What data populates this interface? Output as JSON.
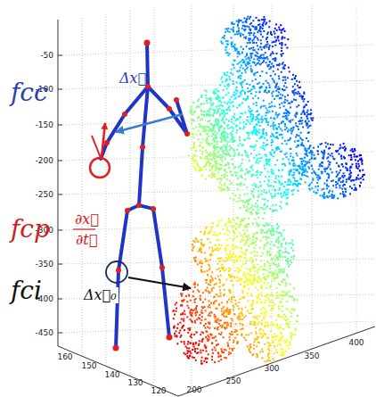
{
  "diagram": {
    "labels": [
      "-50",
      "-100",
      "-150",
      "-200",
      "-250",
      "-300",
      "-350",
      "-400",
      "-450",
      "160",
      "150",
      "140",
      "130",
      "120",
      "200",
      "250",
      "300",
      "350",
      "400",
      "fcc",
      "Δx⃗",
      "fcp",
      "∂x⃗",
      "∂t⃗",
      "fci",
      "Δx⃗₀"
    ]
  }
}
